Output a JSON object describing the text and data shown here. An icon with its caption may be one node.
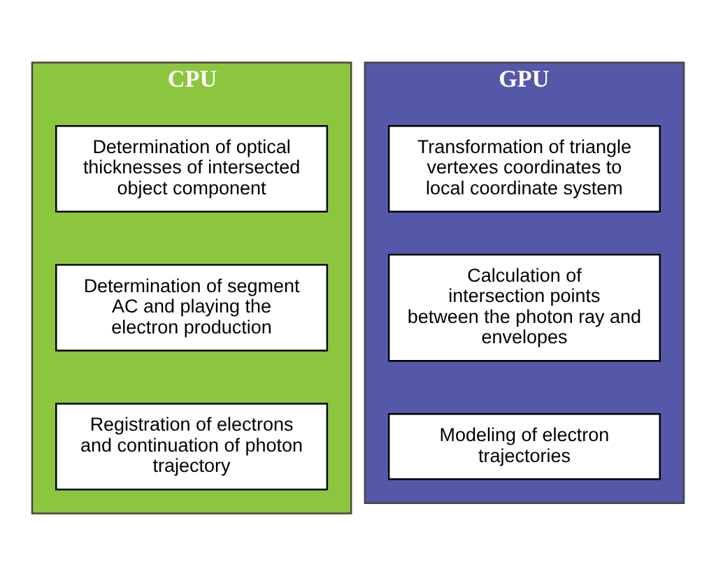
{
  "diagram": {
    "nodes": [
      {
        "text": [
          "CPU"
        ]
      },
      {
        "text": [
          "Determination of optical thicknesses of intersected object component"
        ],
        "in": 0
      },
      {
        "text": [
          "Determination of segment AC and playing the electron production"
        ],
        "in": 0
      },
      {
        "text": [
          "Registration of electrons and continuation of photon trajectory"
        ],
        "in": 0
      },
      {
        "text": [
          "GPU"
        ]
      },
      {
        "text": [
          "Transformation of triangle vertexes coordinates to local coordinate system"
        ],
        "in": 4
      },
      {
        "text": [
          "Calculation of intersection points between the photon ray and envelopes"
        ],
        "in": 4
      },
      {
        "text": [
          "Modeling of electron trajectories"
        ],
        "in": 4
      }
    ],
    "edges": []
  }
}
